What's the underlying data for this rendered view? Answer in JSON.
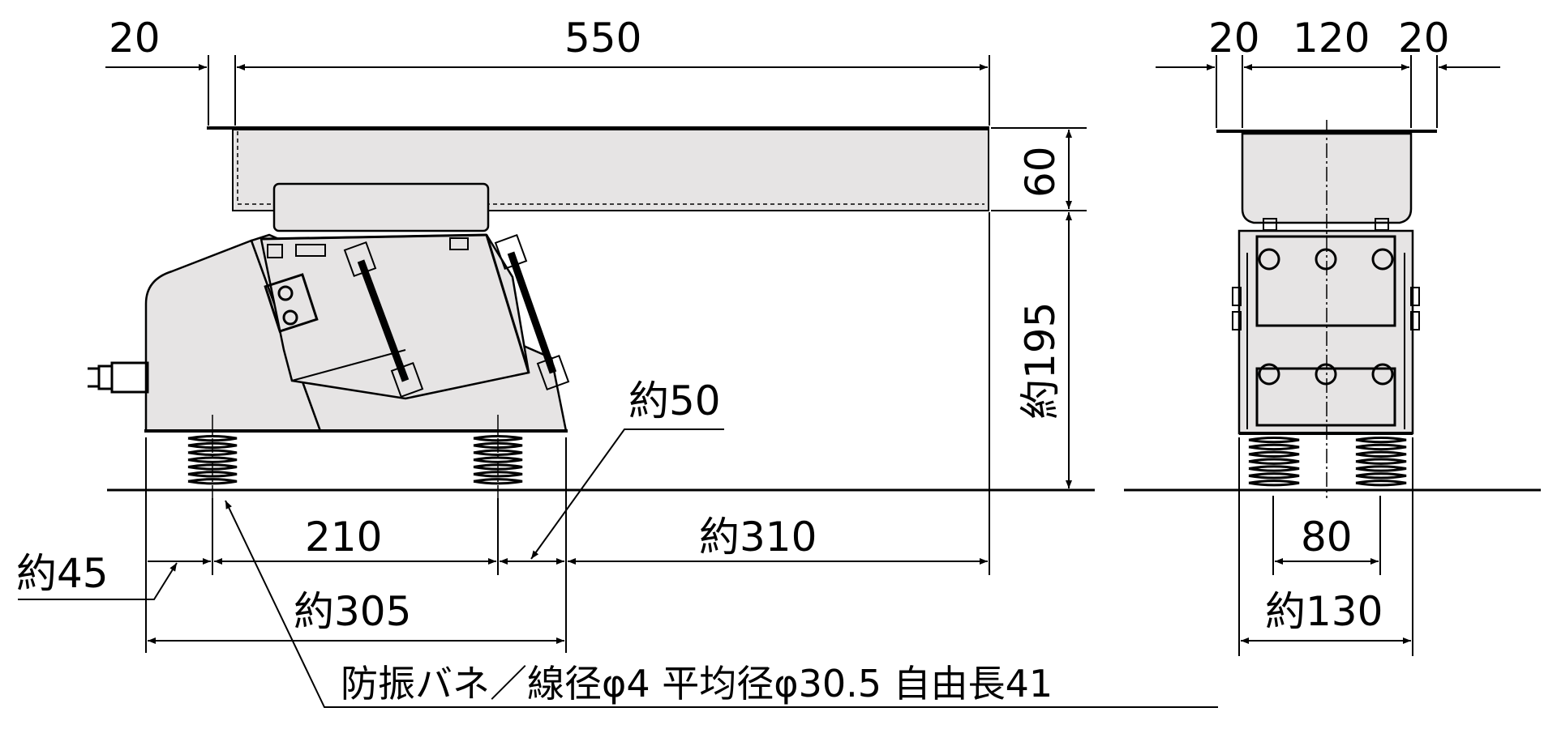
{
  "side_view": {
    "dim_20": "20",
    "dim_550": "550",
    "dim_60": "60",
    "dim_195": "約195",
    "dim_50": "約50",
    "dim_210": "210",
    "dim_310": "約310",
    "dim_45": "約45",
    "dim_305": "約305"
  },
  "front_view": {
    "dim_20_left": "20",
    "dim_120": "120",
    "dim_20_right": "20",
    "dim_80": "80",
    "dim_130": "約130"
  },
  "note": "防振バネ／線径φ4  平均径φ30.5  自由長41",
  "colors": {
    "line": "#000000",
    "body_fill": "#e6e4e4",
    "background": "#ffffff"
  }
}
